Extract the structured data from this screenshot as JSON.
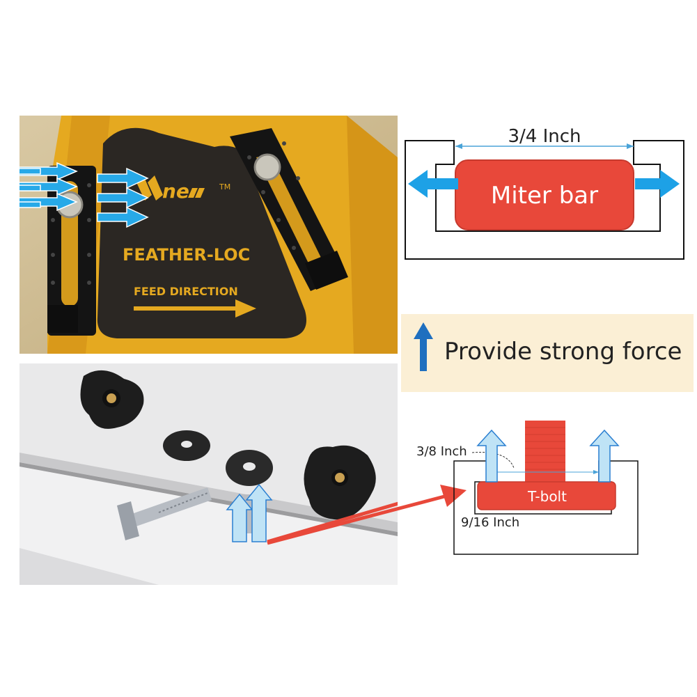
{
  "photo_top": {
    "brand": "ne",
    "trademark": "TM",
    "product_name": "FEATHER-LOC",
    "feed_direction_label": "FEED DIRECTION"
  },
  "miter_diagram": {
    "width_label": "3/4 Inch",
    "bar_label": "Miter bar",
    "bar_color": "#e8483a",
    "arrow_color": "#1da1e6"
  },
  "force_banner": {
    "text": "Provide strong force",
    "arrow_color": "#1f6fbf",
    "background": "#fbefd5"
  },
  "tbolt_diagram": {
    "top_label": "3/8 Inch",
    "bottom_label": "9/16 Inch",
    "bolt_label": "T-bolt",
    "bolt_color": "#e8483a",
    "pointer_color": "#e8483a"
  }
}
